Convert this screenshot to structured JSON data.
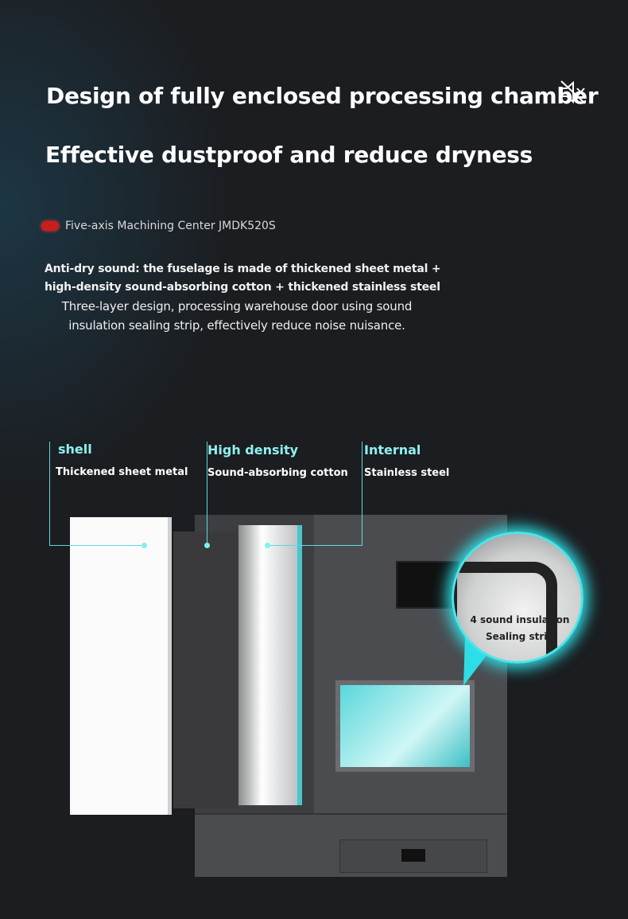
{
  "headline": "Design of fully enclosed processing chamber",
  "subheadline": "Effective dustproof and reduce dryness",
  "product_tag": "Five-axis Machining Center JMDK520S",
  "bold_text": [
    "Anti-dry sound: the fuselage is made of thickened sheet metal +",
    "high-density sound-absorbing cotton + thickened stainless steel"
  ],
  "description": "Three-layer design, processing warehouse door using sound insulation sealing strip, effectively reduce noise nuisance.",
  "layers": [
    {
      "title": "shell",
      "subtitle": "Thickened sheet metal"
    },
    {
      "title": "High density",
      "subtitle": "Sound-absorbing cotton"
    },
    {
      "title": "Internal",
      "subtitle": "Stainless steel"
    }
  ],
  "callout": {
    "line1": "4 sound insulation",
    "line2": "Sealing strip"
  },
  "icons": {
    "mute": "speaker-muted-icon"
  },
  "colors": {
    "accent": "#5fd8de",
    "tag_dot": "#c81e1e"
  }
}
